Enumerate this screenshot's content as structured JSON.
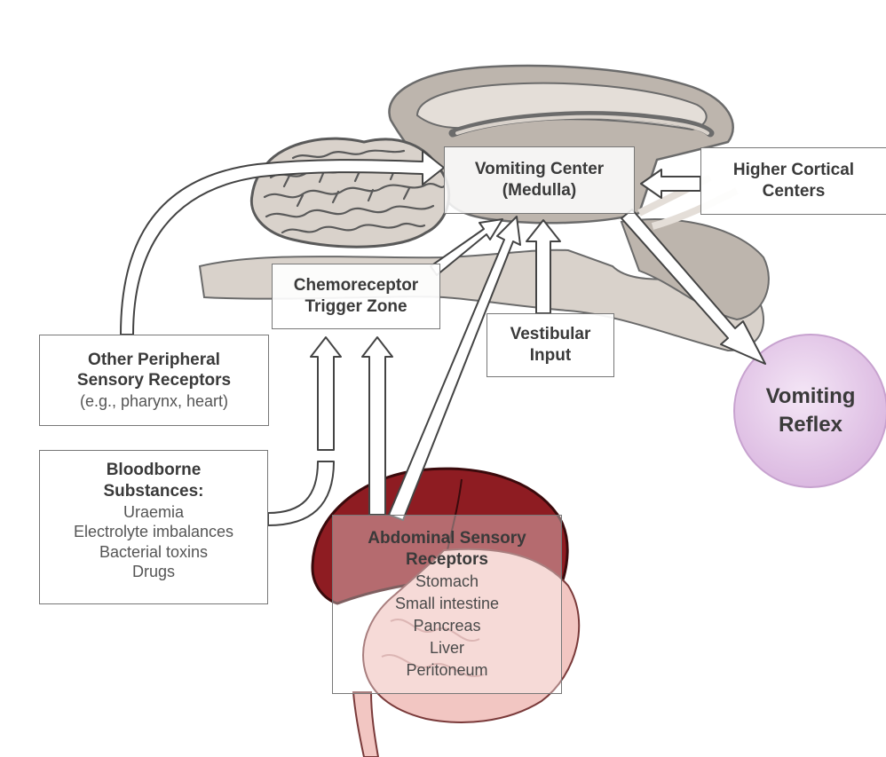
{
  "vomiting_center": {
    "line1": "Vomiting Center",
    "line2": "(Medulla)"
  },
  "higher_cortical": {
    "line1": "Higher Cortical",
    "line2": "Centers"
  },
  "ctz": {
    "line1": "Chemoreceptor",
    "line2": "Trigger Zone"
  },
  "vestibular": {
    "line1": "Vestibular",
    "line2": "Input"
  },
  "other_peripheral": {
    "line1": "Other Peripheral",
    "line2": "Sensory Receptors",
    "line3": "(e.g., pharynx, heart)"
  },
  "bloodborne": {
    "line1": "Bloodborne",
    "line2": "Substances:",
    "items": [
      "Uraemia",
      "Electrolyte imbalances",
      "Bacterial toxins",
      "Drugs"
    ]
  },
  "abdominal": {
    "line1": "Abdominal Sensory",
    "line2": "Receptors",
    "items": [
      "Stomach",
      "Small intestine",
      "Pancreas",
      "Liver",
      "Peritoneum"
    ]
  },
  "reflex": {
    "line1": "Vomiting",
    "line2": "Reflex"
  },
  "colors": {
    "brain_outline": "#6b6b6b",
    "brain_fill": "#bdb5ad",
    "brain_light": "#e4ded8",
    "liver": "#8e1c22",
    "gut": "#f2c6c2",
    "reflex_fill": "#e3c6e8",
    "arrow_stroke": "#444444"
  }
}
